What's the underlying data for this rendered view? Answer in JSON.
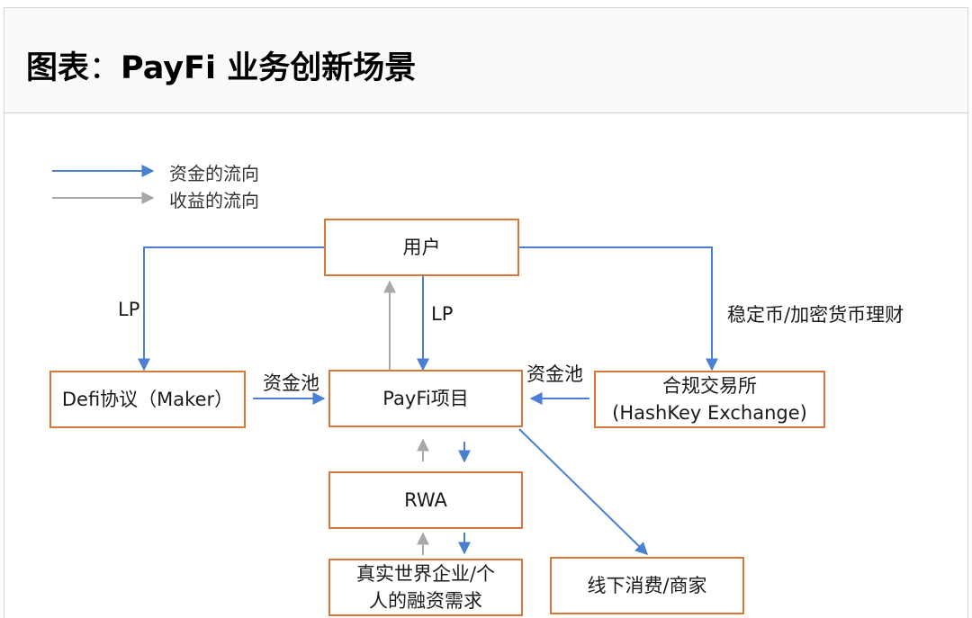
{
  "header": {
    "prefix": "图表",
    "separator": "：",
    "title": "PayFi 业务创新场景"
  },
  "legend": [
    {
      "label": "资金的流向",
      "color": "#4a7fd4"
    },
    {
      "label": "收益的流向",
      "color": "#a8a8a8"
    }
  ],
  "nodes": {
    "user": "用户",
    "defi": "Defi协议（Maker）",
    "payfi": "PayFi项目",
    "exchange_line1": "合规交易所",
    "exchange_line2": "(HashKey Exchange)",
    "rwa": "RWA",
    "real_world_line1": "真实世界企业/个",
    "real_world_line2": "人的融资需求",
    "offline": "线下消费/商家"
  },
  "edge_labels": {
    "lp_left": "LP",
    "lp_center": "LP",
    "stablecoin": "稳定币/加密货币理财",
    "pool_left": "资金池",
    "pool_right": "资金池"
  },
  "colors": {
    "box_border": "#d9773a",
    "fund_flow": "#4a7fd4",
    "yield_flow": "#a8a8a8"
  }
}
